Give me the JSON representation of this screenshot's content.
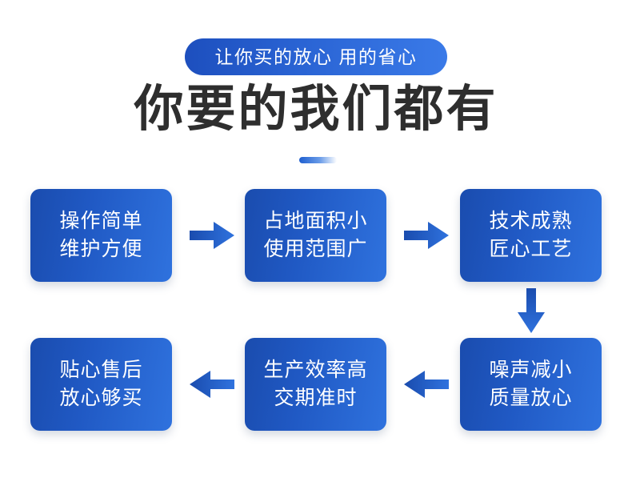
{
  "header": {
    "badge_text": "让你买的放心 用的省心",
    "headline": "你要的我们都有",
    "accent_bar": "accent-underline"
  },
  "colors": {
    "brand_blue_dark": "#1a4cae",
    "brand_blue_mid": "#2059c4",
    "brand_blue_light": "#2f72de",
    "badge_gradient_start": "#1d4fbe",
    "badge_gradient_end": "#3a7ae8",
    "headline_text": "#2e2e2e",
    "box_text": "#ffffff",
    "background": "#ffffff"
  },
  "flow": {
    "boxes": [
      {
        "id": "box-1",
        "line1": "操作简单",
        "line2": "维护方便"
      },
      {
        "id": "box-2",
        "line1": "占地面积小",
        "line2": "使用范围广"
      },
      {
        "id": "box-3",
        "line1": "技术成熟",
        "line2": "匠心工艺"
      },
      {
        "id": "box-4",
        "line1": "噪声减小",
        "line2": "质量放心"
      },
      {
        "id": "box-5",
        "line1": "生产效率高",
        "line2": "交期准时"
      },
      {
        "id": "box-6",
        "line1": "贴心售后",
        "line2": "放心够买"
      }
    ],
    "arrows": [
      {
        "id": "arrow-1",
        "direction": "right"
      },
      {
        "id": "arrow-2",
        "direction": "right"
      },
      {
        "id": "arrow-3",
        "direction": "down"
      },
      {
        "id": "arrow-4",
        "direction": "left"
      },
      {
        "id": "arrow-5",
        "direction": "left"
      }
    ]
  }
}
